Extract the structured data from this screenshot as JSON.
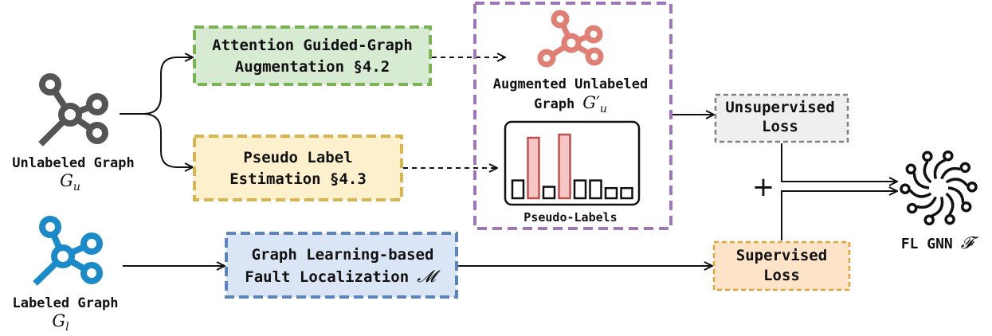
{
  "inputs": {
    "unlabeled": {
      "label": "Unlabeled Graph",
      "symbol": "G",
      "subscript": "u",
      "color": "#555555"
    },
    "labeled": {
      "label": "Labeled Graph",
      "symbol": "G",
      "subscript": "l",
      "color": "#1a8ac8"
    }
  },
  "augmentation": {
    "line1": "Attention Guided-Graph",
    "line2": "Augmentation §4.2",
    "fill": "#d7ebd3",
    "border": "#79b353"
  },
  "pseudo_estimation": {
    "line1": "Pseudo Label",
    "line2": "Estimation §4.3",
    "fill": "#fdf0cc",
    "border": "#d8b64f"
  },
  "graph_learning": {
    "line1": "Graph Learning-based",
    "line2": "Fault Localization",
    "symbol": "𝓜",
    "fill": "#dae6f6",
    "border": "#5b85c1"
  },
  "augmented": {
    "line1": "Augmented Unlabeled",
    "line2": "Graph",
    "symbol": "G′",
    "subscript": "u",
    "color": "#e07f74"
  },
  "pseudo_labels": {
    "label": "Pseudo-Labels",
    "bars": [
      0.28,
      0.95,
      0.18,
      1.0,
      0.28,
      0.28,
      0.16,
      0.16
    ],
    "highlight": [
      false,
      true,
      false,
      true,
      false,
      false,
      false,
      false
    ],
    "highlight_color": "#f5c6c6",
    "highlight_border": "#c0504d"
  },
  "group_border": "#9f77b8",
  "unsupervised_loss": {
    "line1": "Unsupervised",
    "line2": "Loss",
    "fill": "#efefef",
    "border": "#808080"
  },
  "supervised_loss": {
    "line1": "Supervised",
    "line2": "Loss",
    "fill": "#fde3c8",
    "border": "#e2a33a"
  },
  "plus": "+",
  "output": {
    "label": "FL GNN",
    "symbol": "𝓕"
  }
}
